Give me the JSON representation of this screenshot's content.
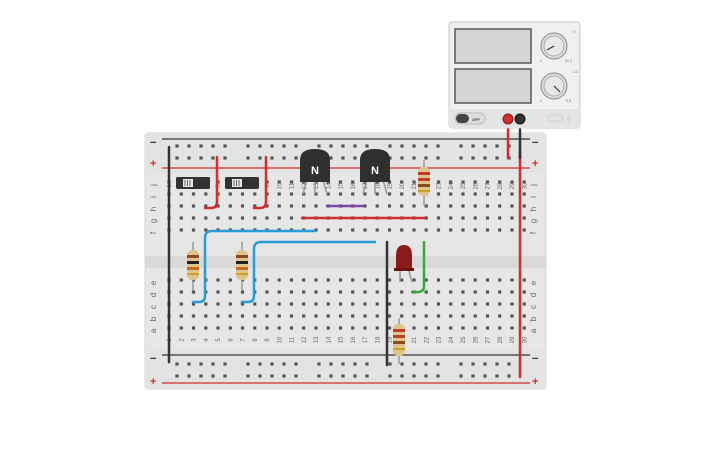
{
  "breadboard": {
    "plus_sign": "+",
    "minus_sign": "−",
    "row_letters_top": [
      "j",
      "i",
      "h",
      "g",
      "f"
    ],
    "row_letters_bottom": [
      "e",
      "d",
      "c",
      "b",
      "a"
    ],
    "column_numbers": [
      "1",
      "2",
      "3",
      "4",
      "5",
      "6",
      "7",
      "8",
      "9",
      "10",
      "11",
      "12",
      "13",
      "14",
      "15",
      "16",
      "17",
      "18",
      "19",
      "20",
      "21",
      "22",
      "23",
      "24",
      "25",
      "26",
      "27",
      "28",
      "29",
      "30"
    ]
  },
  "transistors": [
    {
      "label": "N"
    },
    {
      "label": "N"
    }
  ],
  "power_supply": {
    "power_switch_label": "OFF",
    "knob_voltage_label": "V",
    "knob_current_label": "CC",
    "knob_voltage_range_min": "0",
    "knob_voltage_range_max": "30 V",
    "knob_current_range_min": "0",
    "knob_current_range_max": "5 A"
  },
  "colors": {
    "board": "#e6e6e6",
    "rail_red": "#d12f2f",
    "rail_dark": "#333333",
    "wire_red": "#d12f2f",
    "wire_blue": "#2a9bd6",
    "wire_green": "#3aaa3a",
    "wire_purple": "#7b45a8",
    "wire_black": "#333333",
    "led": "#8b1a1a",
    "transistor": "#2f2f2f",
    "supply_body": "#f0f0f0",
    "supply_screen": "#d6d6d6"
  }
}
